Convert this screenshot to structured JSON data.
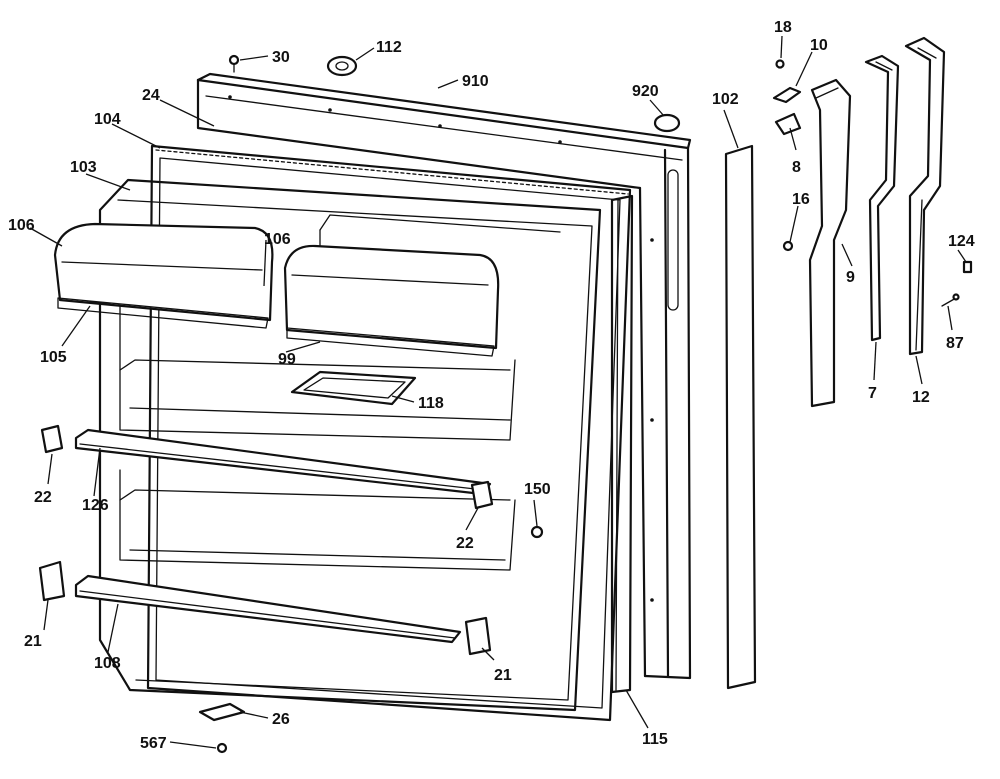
{
  "labels": {
    "l30": "30",
    "l112": "112",
    "l910": "910",
    "l920": "920",
    "l102": "102",
    "l18": "18",
    "l10": "10",
    "l8": "8",
    "l16": "16",
    "l9": "9",
    "l124": "124",
    "l87": "87",
    "l7": "7",
    "l12": "12",
    "l24": "24",
    "l104": "104",
    "l103": "103",
    "l106a": "106",
    "l106b": "106",
    "l105": "105",
    "l99": "99",
    "l118": "118",
    "l22a": "22",
    "l126": "126",
    "l150": "150",
    "l22b": "22",
    "l21a": "21",
    "l108": "108",
    "l21b": "21",
    "l115": "115",
    "l26": "26",
    "l567": "567"
  }
}
